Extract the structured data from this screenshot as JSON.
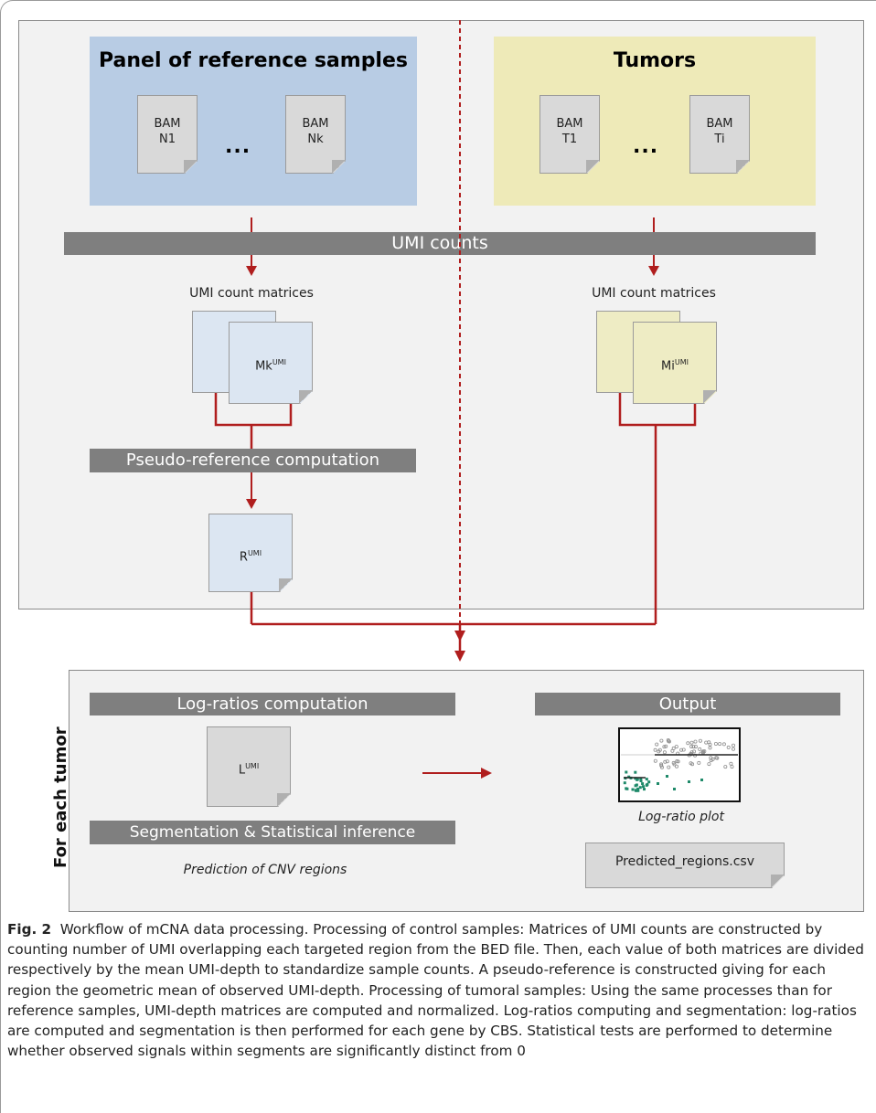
{
  "diagram": {
    "reference_panel_title": "Panel of reference samples",
    "tumors_title": "Tumors",
    "ref_docs": [
      {
        "line1": "BAM",
        "line2": "N1"
      },
      {
        "line1": "BAM",
        "line2": "Nk"
      }
    ],
    "tumor_docs": [
      {
        "line1": "BAM",
        "line2": "T1"
      },
      {
        "line1": "BAM",
        "line2": "Ti"
      }
    ],
    "ellipsis": "...",
    "umi_counts_bar": "UMI counts",
    "ref_matrices_label": "UMI count matrices",
    "tumor_matrices_label": "UMI count matrices",
    "ref_matrix_name": "Mk",
    "tumor_matrix_name": "Mi",
    "umi_superscript": "UMI",
    "pseudo_reference_bar": "Pseudo-reference  computation",
    "reference_doc_name": "R",
    "for_each_tumor": "For each tumor",
    "log_ratios_bar": "Log-ratios computation",
    "log_ratio_doc_name": "L",
    "segmentation_bar": "Segmentation & Statistical inference",
    "prediction_label": "Prediction  of CNV regions",
    "output_bar": "Output",
    "plot_caption": "Log-ratio plot",
    "csv_file": "Predicted_regions.csv"
  },
  "colors": {
    "arrow": "#b01e1e",
    "bar": "#7f7f7f",
    "reference_fill": "#b8cce4",
    "tumor_fill": "#eeeab8",
    "frame_fill": "#f2f2f2",
    "plot_gray_points": "#909090",
    "plot_green_points": "#1f8a6a"
  },
  "caption": {
    "label": "Fig. 2",
    "text": "Workflow of mCNA data processing. Processing of control samples: Matrices of UMI counts are constructed by counting number of UMI overlapping each targeted region from the BED file. Then, each value of both matrices are divided respectively by the mean UMI-depth to standardize sample counts. A pseudo-reference is constructed giving for each region the geometric mean of observed UMI-depth. Processing of tumoral samples: Using the same processes than for reference samples, UMI-depth matrices are computed and normalized. Log-ratios computing and segmentation: log-ratios are computed and segmentation is then performed for each gene by CBS. Statistical tests are performed to determine whether observed signals within segments are significantly distinct from 0"
  }
}
